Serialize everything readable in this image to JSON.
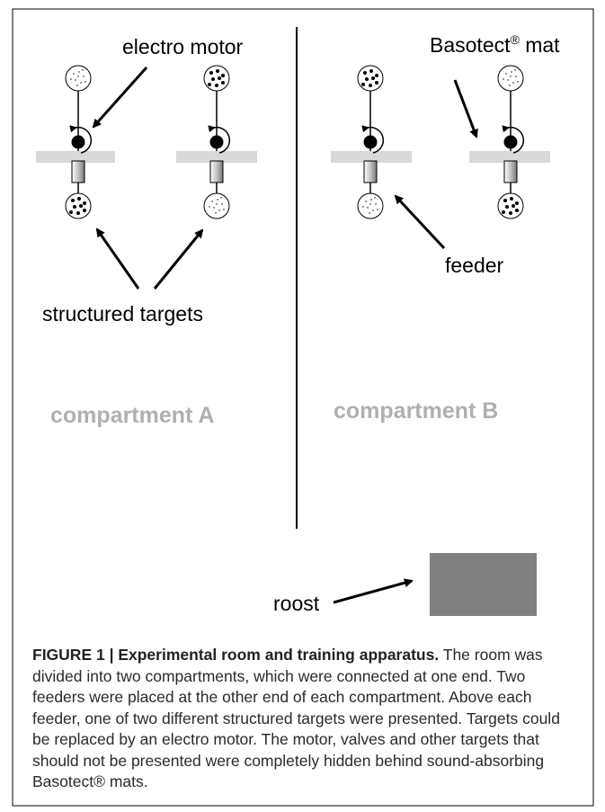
{
  "diagram": {
    "labels": {
      "electro_motor": "electro motor",
      "basotect_mat": "Basotect",
      "basotect_mat_reg": "®",
      "basotect_mat_suffix": " mat",
      "structured_targets": "structured targets",
      "feeder": "feeder",
      "roost": "roost"
    },
    "compartments": {
      "a": "compartment A",
      "b": "compartment B"
    },
    "colors": {
      "mat": "#d9d9d9",
      "roost": "#808080",
      "compartment_text": "#b0b0b0",
      "outline": "#000000"
    }
  },
  "caption": {
    "heading": "FIGURE 1 | Experimental room and training apparatus.",
    "body": " The room was divided into two compartments, which were connected at one end. Two feeders were placed at the other end of each compartment. Above each feeder, one of two different structured targets were presented. Targets could be replaced by an electro motor. The motor, valves and other targets that should not be presented were completely hidden behind sound-absorbing Basotect® mats."
  }
}
